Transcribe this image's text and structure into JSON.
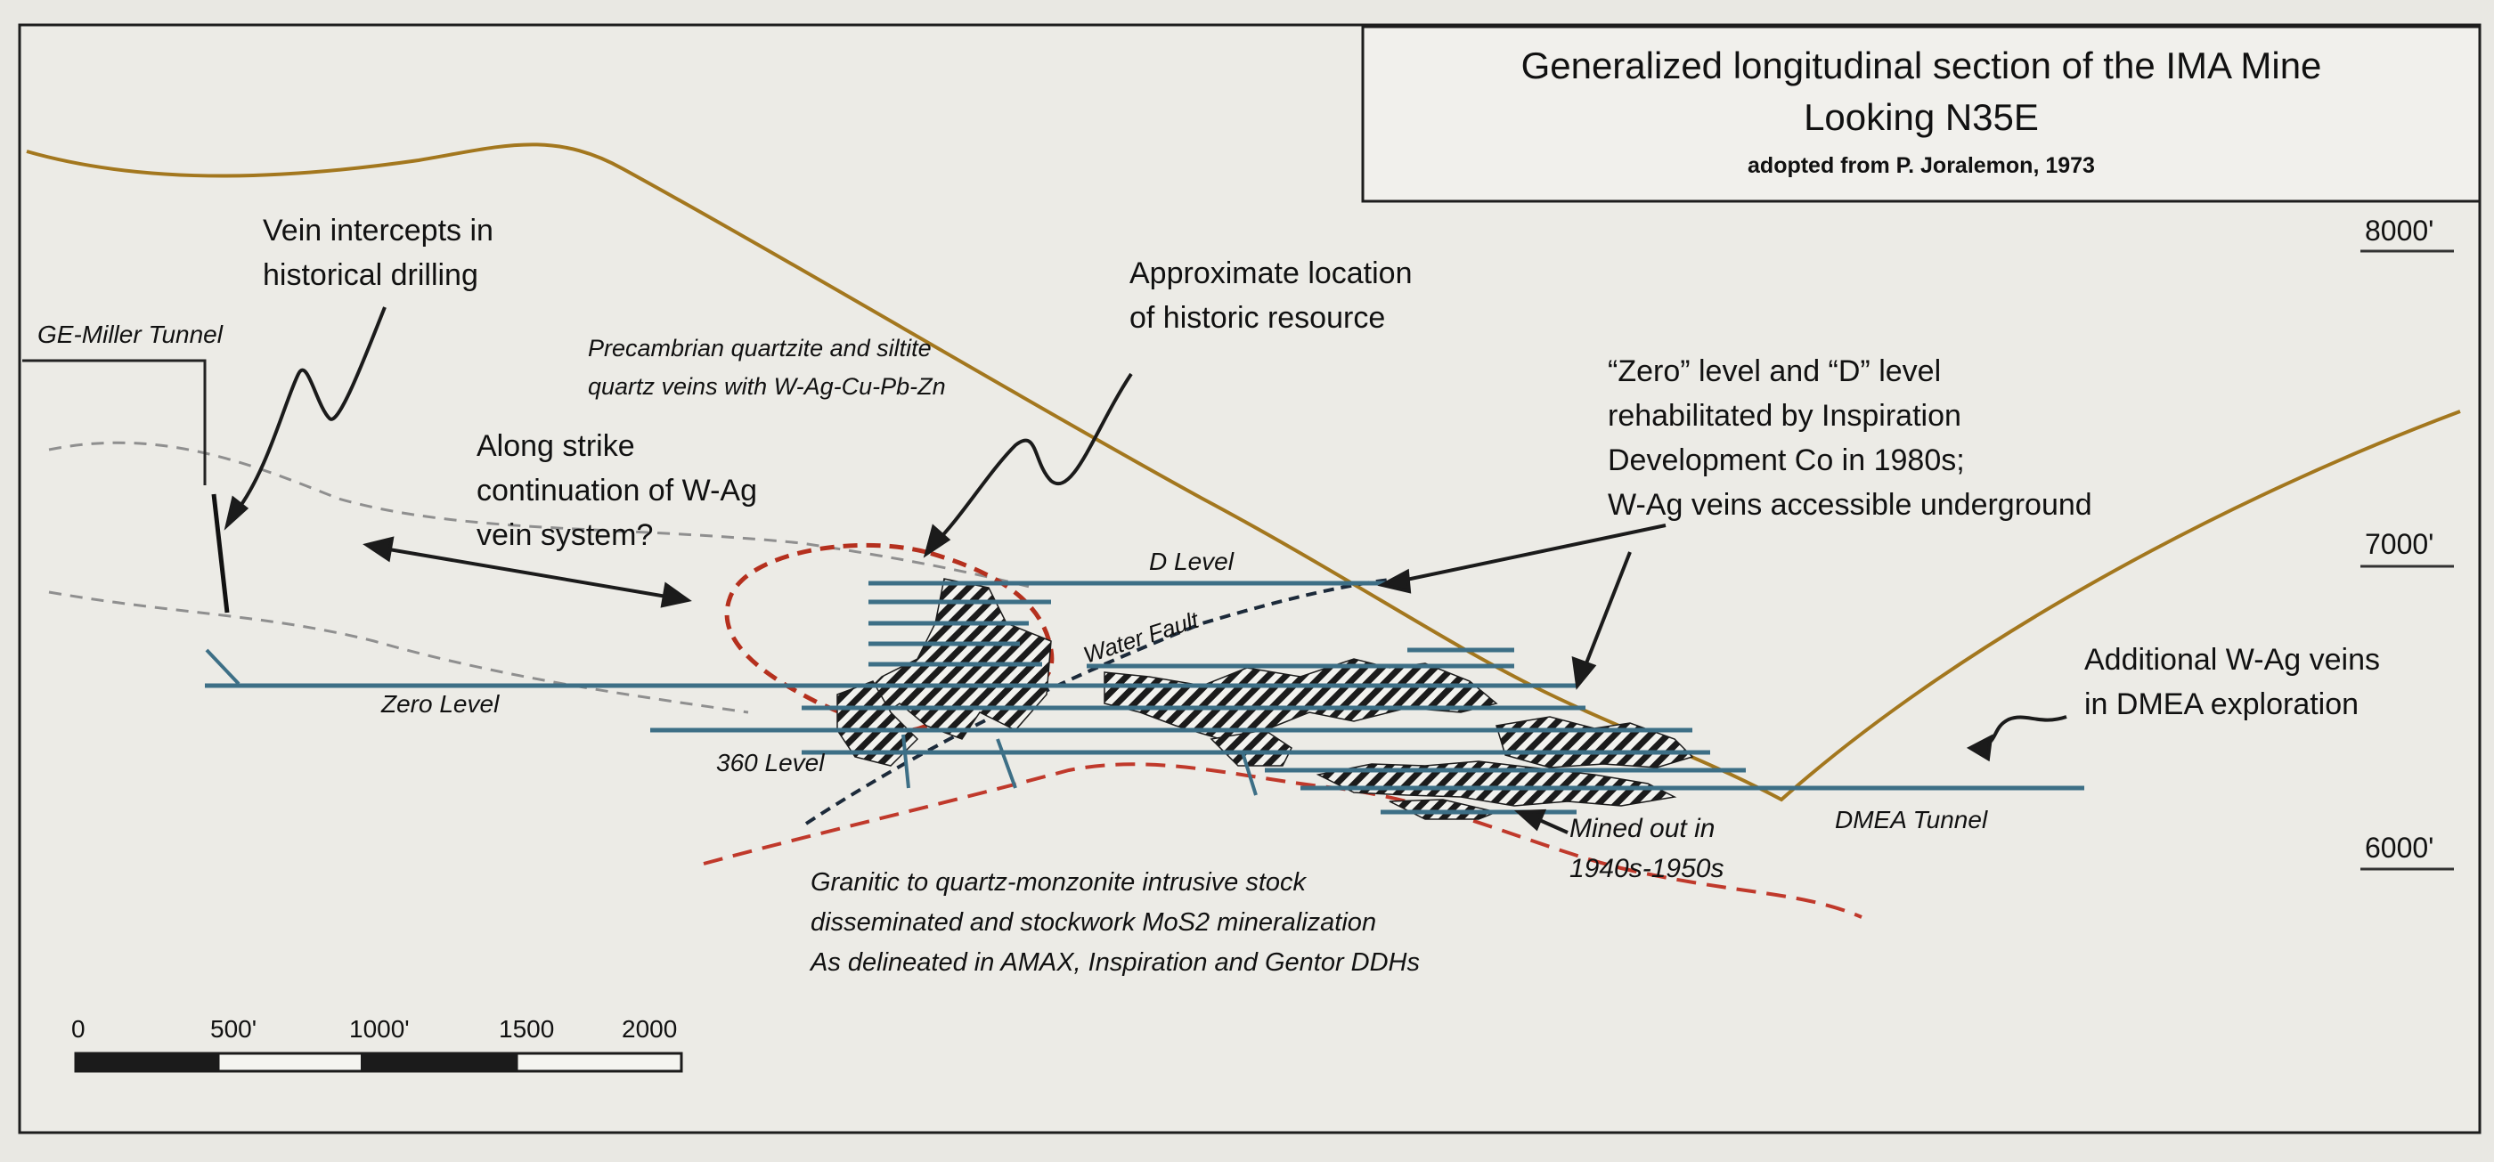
{
  "title": {
    "line1": "Generalized longitudinal section of the IMA Mine",
    "line2": "Looking N35E",
    "source": "adopted from P. Joralemon, 1973"
  },
  "elevations": [
    "8000'",
    "7000'",
    "6000'"
  ],
  "scale_bar": {
    "ticks": [
      "0",
      "500'",
      "1000'",
      "1500",
      "2000"
    ]
  },
  "workings": {
    "ge_miller_tunnel": "GE-Miller Tunnel",
    "zero_level": "Zero Level",
    "d_level": "D Level",
    "level_360": "360 Level",
    "dmea_tunnel": "DMEA Tunnel",
    "water_fault": "Water Fault"
  },
  "annotations": {
    "vein_intercepts": [
      "Vein intercepts in",
      "historical drilling"
    ],
    "along_strike": [
      "Along strike",
      "continuation of W-Ag",
      "vein system?"
    ],
    "precambrian": [
      "Precambrian quartzite and siltite",
      "quartz veins with W-Ag-Cu-Pb-Zn"
    ],
    "historic_resource": [
      "Approximate location",
      "of historic resource"
    ],
    "rehabilitated": [
      "“Zero” level and “D” level",
      "rehabilitated by Inspiration",
      "Development Co in 1980s;",
      "W-Ag veins accessible underground"
    ],
    "additional_veins": [
      "Additional W-Ag veins",
      "in DMEA exploration"
    ],
    "mined_out": [
      "Mined out in",
      "1940s-1950s"
    ],
    "intrusive": [
      "Granitic to quartz-monzonite intrusive stock",
      "disseminated and stockwork MoS2 mineralization",
      "As delineated in AMAX, Inspiration and Gentor DDHs"
    ]
  },
  "colors": {
    "topography": "#a3771e",
    "workings": "#3d6f86",
    "intrusive_contact": "#c0392b",
    "resource_outline": "#b5301e",
    "dashed_contact": "#8f8f8f",
    "fault": "#1c2a3a",
    "paper": "#e9e8e3"
  }
}
